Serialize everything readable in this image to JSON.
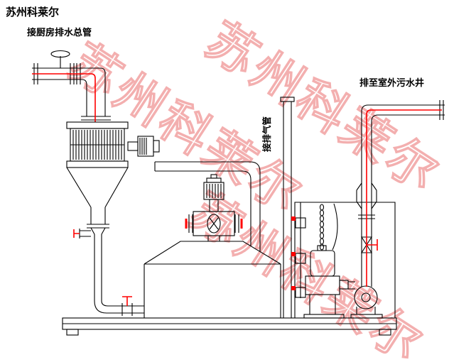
{
  "labels": {
    "brand": "苏州科莱尔",
    "inlet": "接厨房排水总管",
    "vent": "接排气管",
    "outlet": "排至室外污水井"
  },
  "watermark": {
    "text": "苏州科莱尔",
    "color": "#f2a2a2"
  },
  "colors": {
    "line": "#000000",
    "pipe_red": "#ff0000",
    "float_blue": "#2438c8",
    "pump_blue": "#2b2f8c",
    "pump_blue_dark": "#1d2470"
  }
}
